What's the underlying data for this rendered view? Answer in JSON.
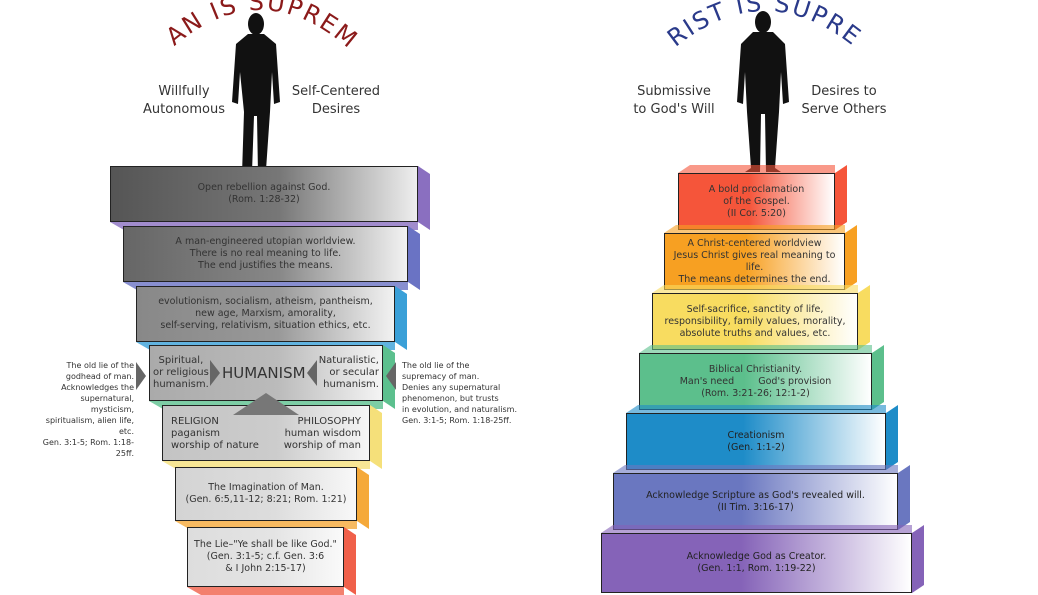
{
  "left": {
    "title": "MAN IS SUPREME",
    "title_color": "#8b1a1a",
    "caption_left": [
      "Willfully",
      "Autonomous"
    ],
    "caption_right": [
      "Self-Centered",
      "Desires"
    ],
    "blocks": [
      {
        "lines": [
          "Open rebellion against God.",
          "(Rom. 1:28-32)"
        ],
        "side": "#8a6fc0"
      },
      {
        "lines": [
          "A man-engineered utopian worldview.",
          "There is no real meaning to life.",
          "The end justifies the means."
        ],
        "side": "#6a73c4"
      },
      {
        "lines": [
          "evolutionism, socialism, atheism, pantheism,",
          "new age, Marxism, amorality,",
          "self-serving, relativism, situation ethics, etc."
        ],
        "side": "#3aa0d8"
      },
      {
        "side": "#5cc08e"
      },
      {
        "side": "#f5e07a"
      },
      {
        "lines": [
          "The Imagination of Man.",
          "(Gen. 6:5,11-12; 8:21; Rom. 1:21)"
        ],
        "side": "#f5a93a"
      },
      {
        "lines": [
          "The Lie–\"Ye shall be like God.\"",
          "(Gen. 3:1-5; c.f. Gen. 3:6",
          "& I John 2:15-17)"
        ],
        "side": "#f0604a"
      }
    ],
    "humanism": {
      "center": "HUMANISM",
      "left": [
        "Spiritual,",
        "or religious",
        "humanism."
      ],
      "right": [
        "Naturalistic,",
        "or secular",
        "humanism."
      ]
    },
    "religion": {
      "left": [
        "RELIGION",
        "paganism",
        "worship of nature"
      ],
      "right": [
        "PHILOSOPHY",
        "human wisdom",
        "worship of man"
      ]
    },
    "note_left": [
      "The old lie of the",
      "godhead of man.",
      "Acknowledges the",
      "supernatural, mysticism,",
      "spiritualism, alien life, etc.",
      "Gen. 3:1-5; Rom. 1:18-25ff."
    ],
    "note_right": [
      "The old lie of the",
      "supremacy of man.",
      "Denies any supernatural",
      "phenomenon, but trusts",
      "in evolution, and naturalism.",
      "Gen. 3:1-5; Rom. 1:18-25ff."
    ]
  },
  "right": {
    "title": "CHRIST IS SUPREME",
    "title_color": "#2a3a8a",
    "caption_left": [
      "Submissive",
      "to God's Will"
    ],
    "caption_right": [
      "Desires to",
      "Serve Others"
    ],
    "blocks": [
      {
        "lines": [
          "A bold proclamation",
          "of the Gospel.",
          "(II Cor. 5:20)"
        ],
        "color": "#f5553a"
      },
      {
        "lines": [
          "A Christ-centered worldview",
          "Jesus Christ gives real meaning to life.",
          "The means determines the end."
        ],
        "color": "#f7a022"
      },
      {
        "lines": [
          "Self-sacrifice, sanctity of life,",
          "responsibility, family values, morality,",
          "absolute truths and values, etc."
        ],
        "color": "#f8dc60"
      },
      {
        "lines": [
          "Biblical Christianity.",
          "Man's need        God's provision",
          "(Rom. 3:21-26; 12:1-2)"
        ],
        "color": "#5cbf8c"
      },
      {
        "lines": [
          "Creationism",
          "(Gen. 1:1-2)"
        ],
        "color": "#1e8cc8"
      },
      {
        "lines": [
          "Acknowledge Scripture as God's revealed will.",
          "(II Tim. 3:16-17)"
        ],
        "color": "#6a77c0"
      },
      {
        "lines": [
          "Acknowledge God as Creator.",
          "(Gen. 1:1, Rom. 1:19-22)"
        ],
        "color": "#8563b8"
      }
    ]
  }
}
